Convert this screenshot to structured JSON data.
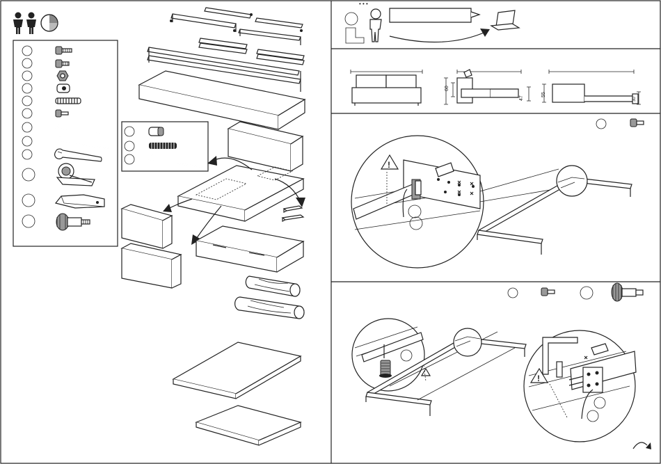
{
  "page": {
    "domain_hint": "assembly-instruction-sheet"
  },
  "parts_list": {
    "numbered_rows": 12,
    "icons": [
      "bolt-icon",
      "bolt-icon",
      "nut-icon",
      "barrel-nut-icon",
      "threaded-rod-icon",
      "short-screw-icon",
      "allen-key-icon",
      "long-allen-key-icon",
      "wrench-icon",
      "caster-wheel-icon",
      "wedge-bracket-icon",
      "adjustable-foot-icon"
    ]
  },
  "kit_box": {
    "rows": 3,
    "icons": [
      "barrel-nut-icon",
      "threaded-rod-icon",
      "allen-key-icon"
    ]
  },
  "dimensions": {
    "depth_front_label": "60",
    "height_side_label": "47",
    "depth_back_label": "55",
    "side_small_label": "30"
  },
  "colors": {
    "line": "#222222",
    "background": "#ffffff"
  }
}
